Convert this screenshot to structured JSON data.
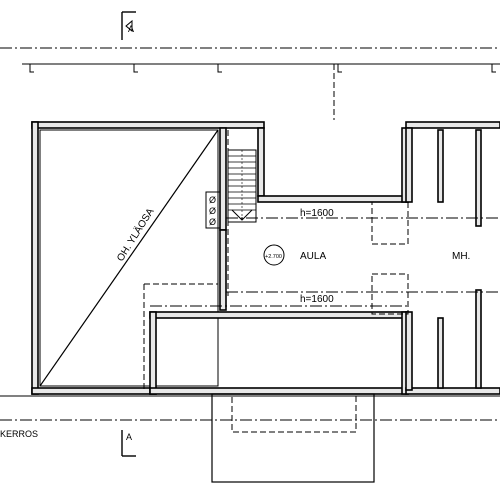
{
  "labels": {
    "diagonal_note": "OH. YLÄOSA",
    "room_hall": "AULA",
    "room_right": "MH.",
    "height_upper": "h=1600",
    "height_lower": "h=1600",
    "level_mark": "+2.700",
    "floor_label": "KERROS",
    "section_top": "A",
    "section_bottom": "A",
    "chimney_mark_1": "Ø",
    "chimney_mark_2": "Ø",
    "chimney_mark_3": "Ø"
  }
}
